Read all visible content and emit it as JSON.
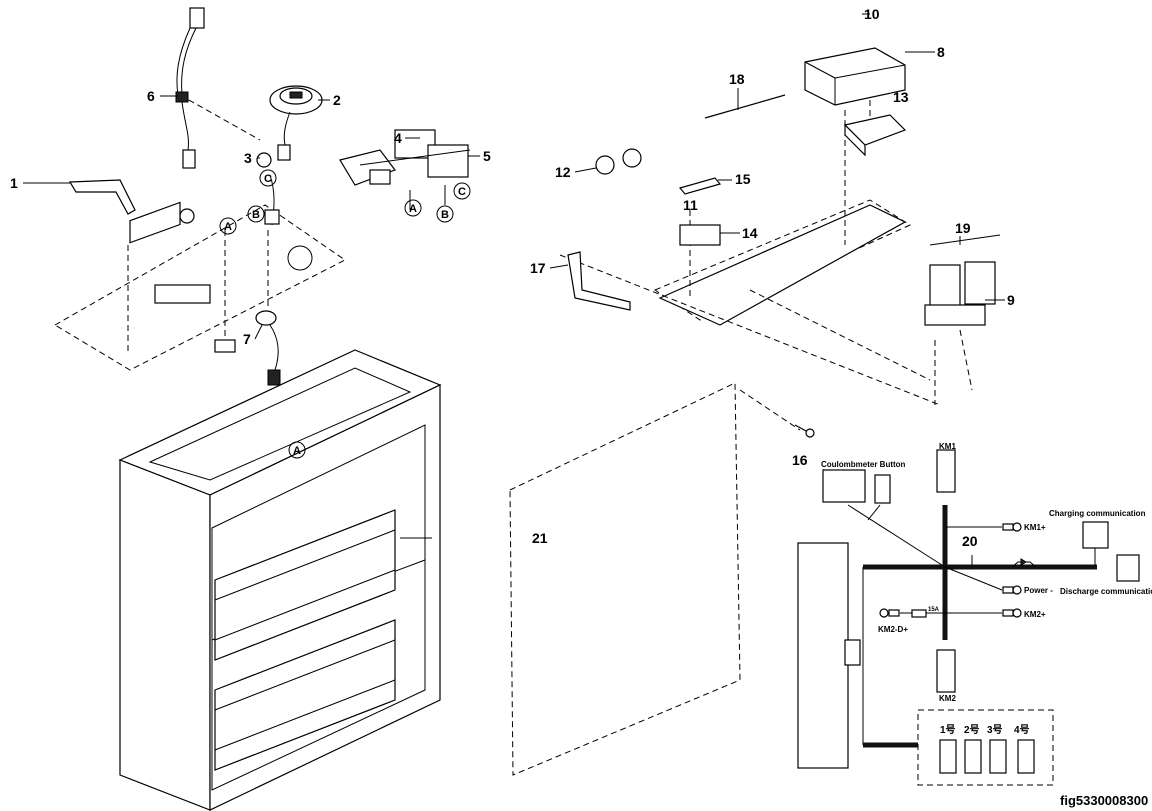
{
  "callouts": [
    "1",
    "2",
    "3",
    "4",
    "5",
    "6",
    "7",
    "8",
    "9",
    "10",
    "11",
    "12",
    "13",
    "14",
    "15",
    "16",
    "17",
    "18",
    "19",
    "20",
    "21"
  ],
  "circled_letters": {
    "a": "A",
    "b": "B",
    "c": "C"
  },
  "wiring": {
    "km1": "KM1",
    "km2": "KM2",
    "coulombmeter_button": "Coulombmeter Button",
    "charging_communication": "Charging communication",
    "discharge_communication": "Discharge communication",
    "km1_plus": "KM1+",
    "power_minus": "Power -",
    "km2_plus": "KM2+",
    "km2_d_plus": "KM2-D+",
    "fuse": "15A",
    "slots": [
      "1号",
      "2号",
      "3号",
      "4号"
    ]
  },
  "figure_id": "fig5330008300"
}
